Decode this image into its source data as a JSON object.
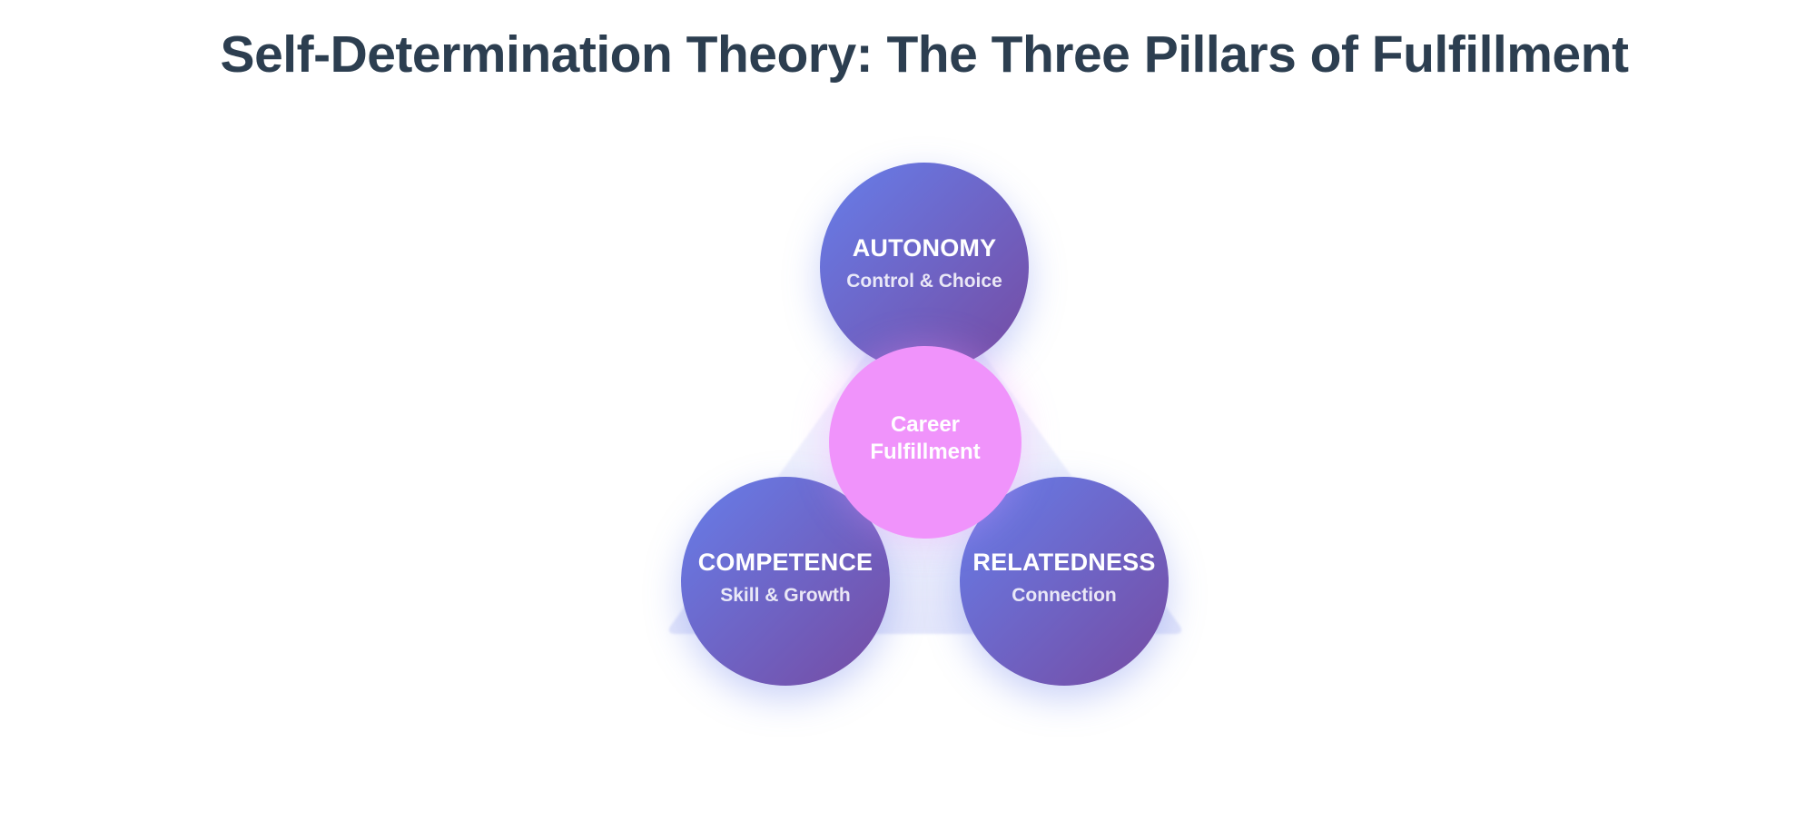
{
  "title": "Self-Determination Theory: The Three Pillars of Fulfillment",
  "colors": {
    "title": "#2c3e50",
    "pillar_gradient_start": "#667eea",
    "pillar_gradient_end": "#764ba2",
    "center": "#f093fb",
    "triangle": "#e6e8fb"
  },
  "pillars": [
    {
      "name": "AUTONOMY",
      "description": "Control & Choice"
    },
    {
      "name": "COMPETENCE",
      "description": "Skill & Growth"
    },
    {
      "name": "RELATEDNESS",
      "description": "Connection"
    }
  ],
  "center": {
    "line1": "Career",
    "line2": "Fulfillment"
  }
}
